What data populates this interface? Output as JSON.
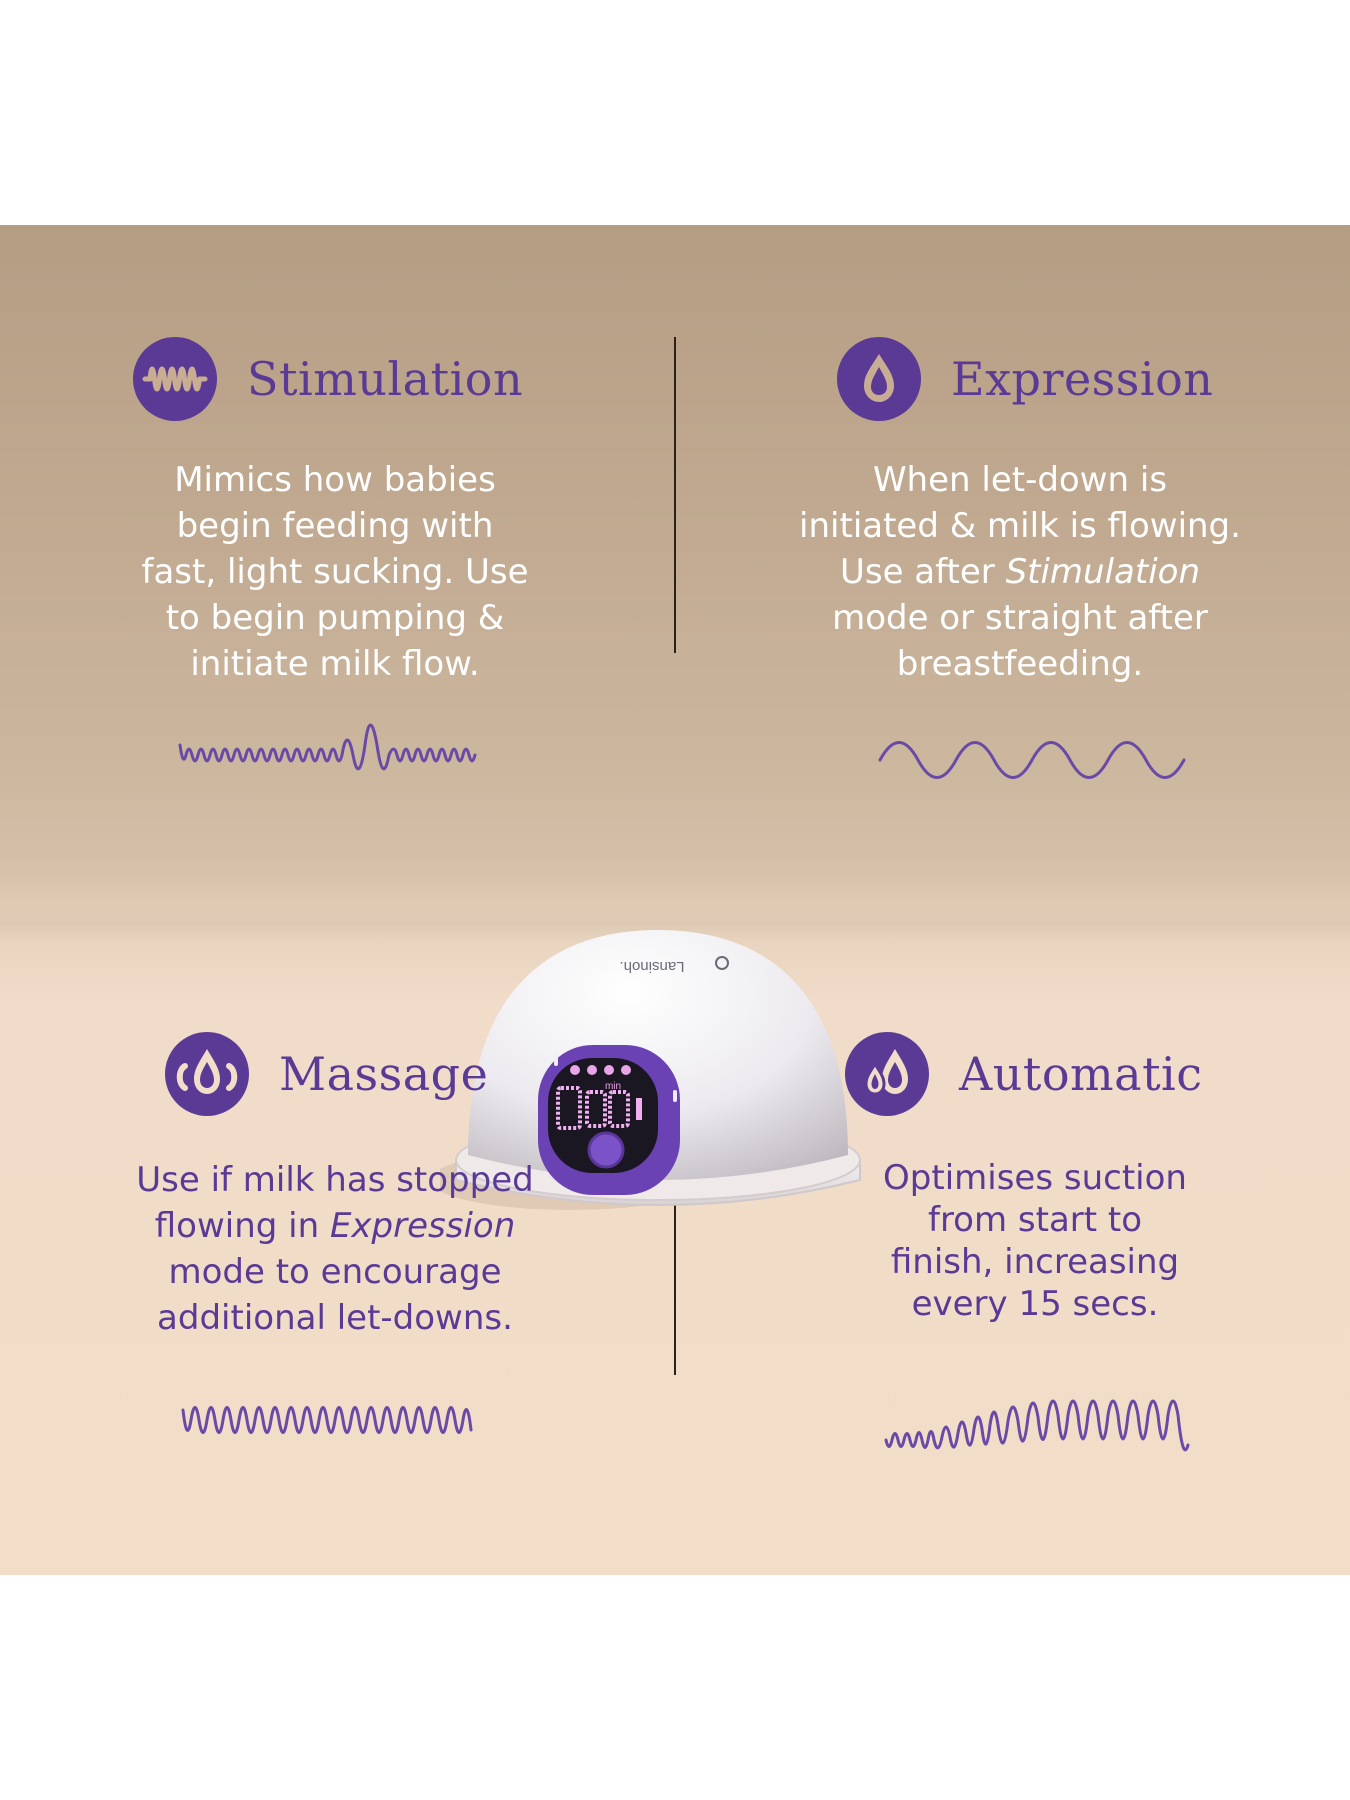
{
  "quadrants": {
    "stimulation": {
      "title": "Stimulation",
      "icon": "wave-icon",
      "lines": [
        "Mimics how babies",
        "begin feeding with",
        "fast, light sucking. Use",
        "to begin pumping &",
        "initiate milk flow."
      ]
    },
    "expression": {
      "title": "Expression",
      "icon": "droplet-icon",
      "lines_before": [
        "When let-down is",
        "initiated & milk is flowing."
      ],
      "line3_prefix": "Use after ",
      "line3_em": "Stimulation",
      "lines_after": [
        "mode or straight after",
        "breastfeeding."
      ]
    },
    "massage": {
      "title": "Massage",
      "icon": "droplet-hands-icon",
      "line1": "Use if milk has stopped",
      "line2_prefix": "flowing in ",
      "line2_em": "Expression",
      "lines_after": [
        "mode to encourage",
        "additional let-downs."
      ]
    },
    "automatic": {
      "title": "Automatic",
      "icon": "double-droplet-icon",
      "lines": [
        "Optimises suction",
        "from start to",
        "finish, increasing",
        "every 15 secs."
      ]
    }
  },
  "device": {
    "brand": "Lansinoh.",
    "unit": "min"
  },
  "colors": {
    "accent": "#5b3a96",
    "text_light": "#ffffff"
  }
}
